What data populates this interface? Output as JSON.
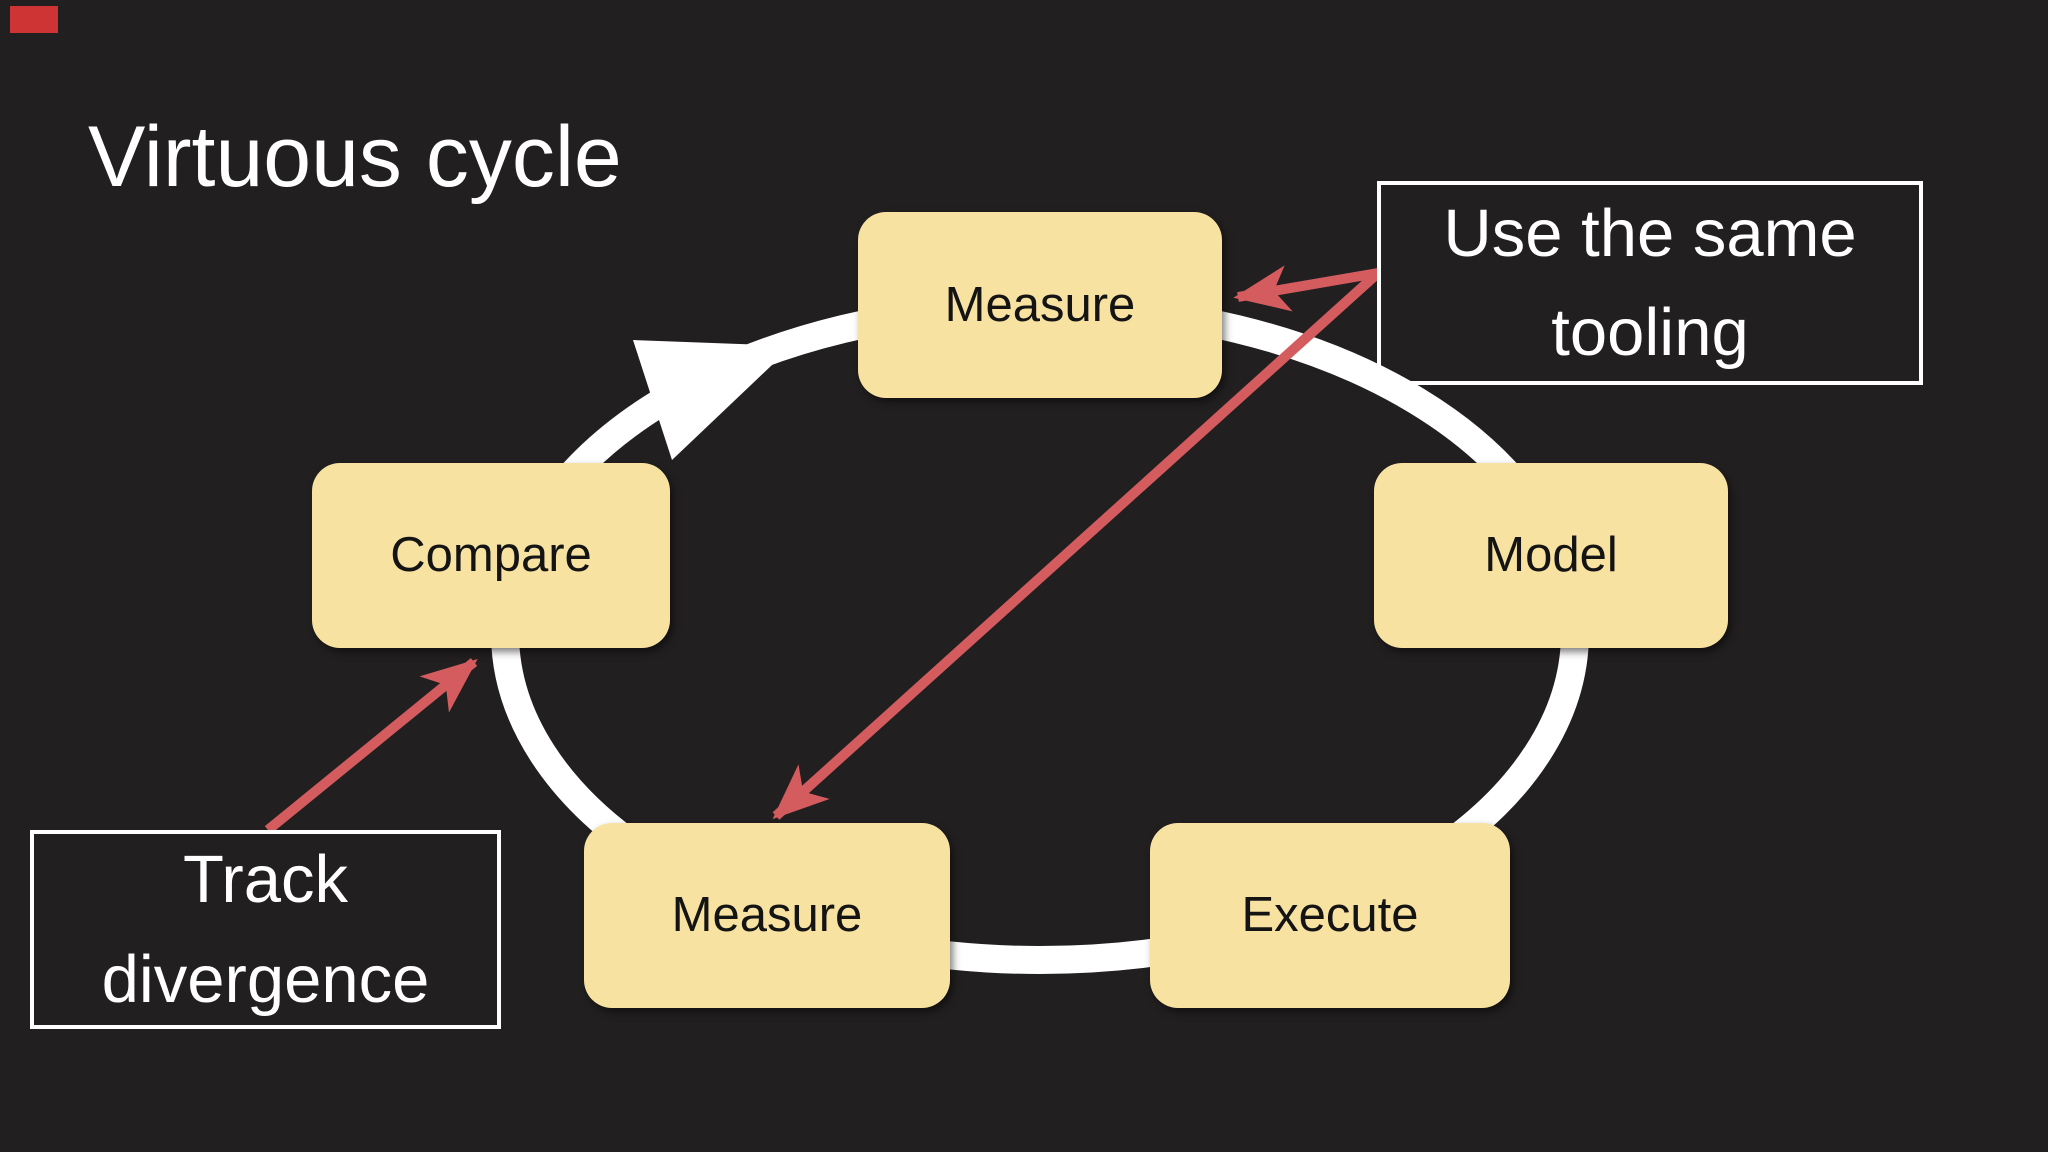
{
  "slide": {
    "title": "Virtuous cycle"
  },
  "nodes": [
    {
      "id": "measure-top",
      "label": "Measure"
    },
    {
      "id": "model",
      "label": "Model"
    },
    {
      "id": "execute",
      "label": "Execute"
    },
    {
      "id": "measure-bottom",
      "label": "Measure"
    },
    {
      "id": "compare",
      "label": "Compare"
    }
  ],
  "callouts": {
    "use_same_tooling": {
      "line1": "Use the same",
      "line2": "tooling"
    },
    "track_divergence": {
      "line1": "Track",
      "line2": "divergence"
    }
  },
  "colors": {
    "background": "#221f20",
    "node_fill": "#f8e2a1",
    "node_text": "#141414",
    "cycle_ring": "#ffffff",
    "annotation_arrow": "#d45c5e",
    "callout_border": "#ffffff",
    "callout_text": "#ffffff",
    "title_text": "#ffffff",
    "corner_mark": "#cf3434"
  }
}
